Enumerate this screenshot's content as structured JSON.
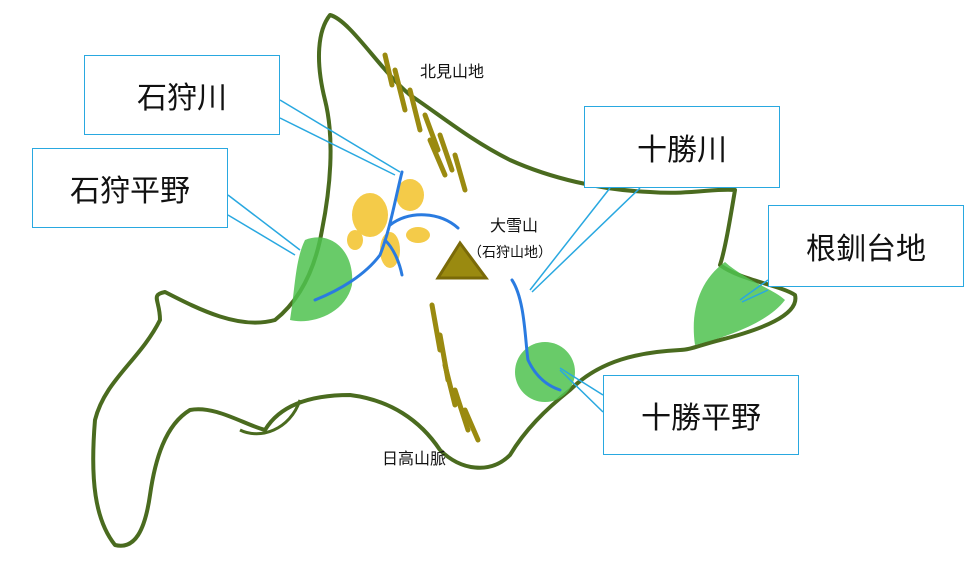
{
  "callouts": {
    "ishikari_river": "石狩川",
    "ishikari_plain": "石狩平野",
    "tokachi_river": "十勝川",
    "konsen_plateau": "根釧台地",
    "tokachi_plain": "十勝平野"
  },
  "labels": {
    "kitami": "北見山地",
    "daisetsu": "大雪山",
    "ishikari_mts": "（石狩山地）",
    "hidaka": "日高山脈"
  },
  "colors": {
    "coast": "#4a6b1f",
    "mountain": "#9a8a10",
    "plain": "#4fc24f",
    "river": "#2a7be0",
    "basin": "#f3c22a",
    "callout": "#29a8e0"
  }
}
